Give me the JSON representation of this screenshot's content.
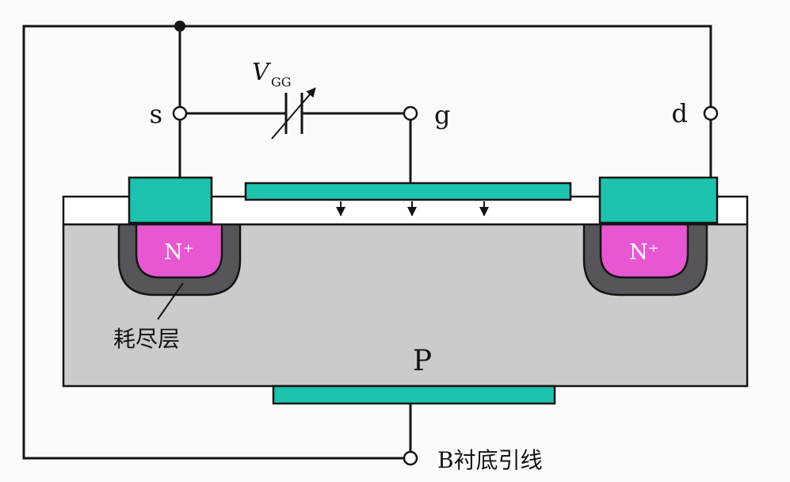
{
  "labels": {
    "source": "s",
    "gate": "g",
    "drain": "d",
    "vgg_symbol": "V",
    "vgg_subscript": "GG",
    "n_plus_left": "N⁺",
    "n_plus_right": "N⁺",
    "depletion_layer": "耗尽层",
    "substrate": "P",
    "substrate_lead": "B衬底引线"
  },
  "colors": {
    "wire": "#141414",
    "contact": "#1ec3ae",
    "n_region": "#e757d2",
    "depletion_region": "#575559",
    "substrate_body": "#cbcbcb",
    "oxide": "#ffffff",
    "background": "#fbfbfb",
    "label_on_n": "#ffffff"
  }
}
